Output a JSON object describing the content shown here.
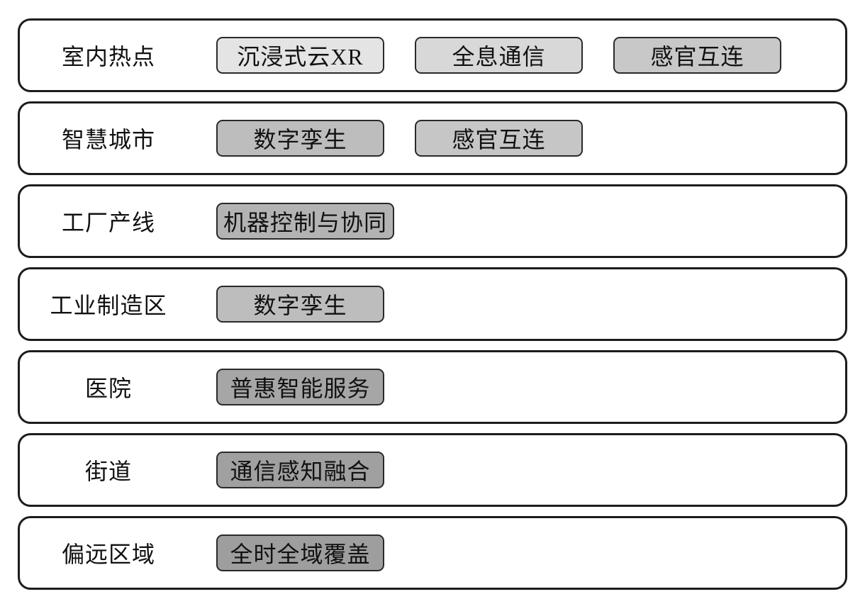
{
  "diagram": {
    "title": "scenario-capability-mapping",
    "colors": {
      "background": "#ffffff",
      "outline": "#1c1c1c",
      "tag_border": "#2a2a2a",
      "text": "#111111"
    },
    "rows": [
      {
        "label": "室内热点",
        "tags": [
          {
            "label": "沉浸式云XR",
            "color": "#e4e4e4"
          },
          {
            "label": "全息通信",
            "color": "#d8d8d8"
          },
          {
            "label": "感官互连",
            "color": "#c8c8c8"
          }
        ]
      },
      {
        "label": "智慧城市",
        "tags": [
          {
            "label": "数字孪生",
            "color": "#bdbdbd"
          },
          {
            "label": "感官互连",
            "color": "#c6c6c6"
          }
        ]
      },
      {
        "label": "工厂产线",
        "tags": [
          {
            "label": "机器控制与协同",
            "color": "#b3b3b3"
          }
        ]
      },
      {
        "label": "工业制造区",
        "tags": [
          {
            "label": "数字孪生",
            "color": "#bdbdbd"
          }
        ]
      },
      {
        "label": "医院",
        "tags": [
          {
            "label": "普惠智能服务",
            "color": "#a6a6a6"
          }
        ]
      },
      {
        "label": "街道",
        "tags": [
          {
            "label": "通信感知融合",
            "color": "#a0a0a0"
          }
        ]
      },
      {
        "label": "偏远区域",
        "tags": [
          {
            "label": "全时全域覆盖",
            "color": "#9e9e9e"
          }
        ]
      }
    ]
  }
}
